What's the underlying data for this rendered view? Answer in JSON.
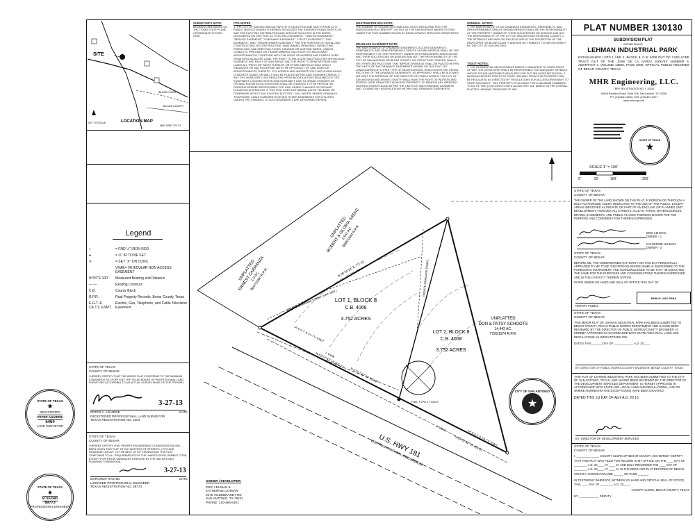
{
  "plat": {
    "number_label": "PLAT NUMBER 130130",
    "subtitle": "SUBDIVISION PLAT",
    "establishing": "ESTABLISHING",
    "name": "LEHMAN INDUSTRIAL PARK",
    "description": "ESTABLISHING LOTS 1 AND 2, BLOCK 8, C.B. 4008 OUT OF 7.504 ACRE TRACT OUT OF THE JOSE DE LA GARZA SURVEY NUMBER 6, ABSTRACT 4, VOLUME 13695, PAGE 2009, OFFICIAL PUBLIC RECORDS OF BEXAR COUNTY, TEXAS."
  },
  "engineer": {
    "name": "MHR Engineering, LLC.",
    "firm_line": "TBPE REGISTRATION NO. F-15326",
    "address": "18845 Bandera Road, Suite 108, San Antonio, TX 78250",
    "phone": "PH: (210)641-8943, FAX: (210)497-2227",
    "web": "www.mhreng.com"
  },
  "scale": {
    "label": "SCALE 1\" = 100'",
    "ticks": [
      "0'",
      "50'",
      "100'",
      "200'"
    ]
  },
  "location_map": {
    "title": "LOCATION MAP",
    "not_to_scale": "NOT TO SCALE",
    "map_grid": "MAP GRID 720 C2",
    "site": "SITE",
    "bexar": "BEXAR COUNTY",
    "wilson": "WILSON COUNTY"
  },
  "notes": {
    "surveyor_title": "SURVEYOR'S NOTE:",
    "surveyor_text": "BEARINGS ARE BASED ON THE TEXAS STATE PLANE COORDINATE SYSTEM GRID.",
    "cps_title": "CPS NOTES:",
    "cps_text": "1. THE CITY OF SAN ANTONIO AS PART OF ITS ELECTRIC AND GAS SYSTEM (CITY PUBLIC SERVICE BOARD) IS HEREBY DEDICATED THE EASEMENTS AND RIGHTS-OF-WAY FOR ELECTRIC DISTRIBUTION AND SERVICE FACILITIES IN THE AREAS DESIGNATED ON THIS PLAT AS \"ELECTRIC EASEMENT,\" \"ANCHOR EASEMENT,\" \"SERVICE EASEMENT,\" \"OVERHANG EASEMENT,\" \"UTILITY EASEMENT,\" \"GAS EASEMENT,\" AND \"TRANSFORMER EASEMENT\" FOR THE PURPOSE OF INSTALLING, CONSTRUCTING, RECONSTRUCTING, MAINTAINING, REMOVING, INSPECTING, PATROLLING, AND ERECTING POLES, HANGING OR BURYING WIRES, CABLES, CONDUITS, PIPELINES OR TRANSFORMERS, EACH WITH ITS NECESSARY APPURTENANCES; TOGETHER WITH THE RIGHT OF INGRESS AND EGRESS OVER GRANTOR'S ADJACENT LAND, THE RIGHT TO RELOCATE SAID FACILITIES WITHIN SAID EASEMENT AND RIGHT-OF-WAY AREAS, AND THE RIGHT TO REMOVE FROM SAID LANDS ALL TREES OR PARTS THEREOF, OR OTHER OBSTRUCTIONS WHICH ENDANGER OR MAY INTERFERE WITH THE EFFICIENCY OF SAID LINES OR APPURTENANCES THERETO. IT IS AGREED AND UNDERSTOOD THAT NO BUILDINGS, CONCRETE SLABS, OR WALLS WILL BE PLACED WITHIN SAID EASEMENT AREAS. 2. ANY CPS MONETARY LOSS RESULTING FROM MODIFICATIONS REQUIRED OF CPS EQUIPMENT, LOCATED WITHIN SAID EASEMENT, DUE TO GRADE CHANGES OR GROUND ELEVATION ALTERATIONS SHALL BE CHARGED TO THE PERSON OR PERSONS DEEMED RESPONSIBLE FOR SAID GRADE CHANGES OR GROUND ELEVATION ALTERATION. 3. THIS PLAT DOES NOT AMEND, ALTER, RELEASE OR OTHERWISE AFFECT ANY EXISTING ELECTRIC, GAS, WATER, SEWER, DRAINAGE, TELEPHONE, CABLE EASEMENTS OR ANY OTHER EASEMENTS FOR UTILITIES UNLESS THE CHANGES TO SUCH EASEMENTS ARE DESCRIBED HEREIN.",
    "wastewater_title": "WASTEWATER EDU NOTE:",
    "wastewater_text": "THE NUMBER OF EQUIVALENT DWELLING UNITS (EDUs) PAID FOR THIS SUBDIVISION PLAT ARE KEPT ON FILE AT THE SAN ANTONIO WATER SYSTEM UNDER THE PLAT NUMBER ISSUED BY DEVELOPMENT SERVICES DEPARTMENT.",
    "drainage_title": "DRAINAGE EASEMENT NOTE:",
    "drainage_text": "THE MAINTENANCE OF DRAINAGE EASEMENTS, ACCESS EASEMENTS, GREENBELTS, AND OPEN PERMEABLE SPACES SHOWN HEREON SHALL BE THE RESPONSIBILITY OF THE PROPERTY OWNER OR HOMEOWNERS ASSOCIATION AND THEIR SUCCESSORS OR ASSIGNS AND NOT THE RESPONSIBILITY OF THE CITY OF SAN ANTONIO OR BEXAR COUNTY. NO STRUCTURE, FENCES, WALLS, OR OTHER OBSTRUCTIONS THAT IMPEDE DRAINAGE SHALL BE PLACED WITHIN THE LIMITS OF THE DRAINAGE EASEMENTS SHOWN ON THIS PLAT. NO LANDSCAPING OR OTHER TYPE OF MODIFICATIONS, WHICH ALTER THE CROSS-SECTIONS OF THE DRAINAGE EASEMENTS, AS APPROVED, SHALL BE ALLOWED WITHOUT THE APPROVAL OF THE DIRECTOR OF PUBLIC WORKS. THE CITY OF SAN ANTONIO AND BEXAR COUNTY SHALL HAVE THE RIGHT OF INGRESS AND EGRESS OVER GRANTOR'S ADJACENT PROPERTY TO REMOVE ANY IMPEDING OBSTRUCTIONS PLACED WITHIN THE LIMITS OF SAID DRAINAGE EASEMENT AND TO MAKE ANY MODIFICATIONS WITHIN SAID DRAINAGE EASEMENTS.",
    "general_title": "GENERAL NOTES:",
    "general_text": "1. THE MAINTENANCE OF ALL DRAINAGE EASEMENTS, GREENBELTS, AND OPEN PERMEABLE SPACES SHOWN HEREON SHALL BE THE RESPONSIBILITY OF THE PROPERTY OWNER OR THEIR SUCCESSORS OR ASSIGNS AND NOT THE RESPONSIBILITY OF THE CITY OF SAN ANTONIO OR BEXAR COUNTY. 2. THE SETBACKS IMPOSED ON THIS PLAT ARE AT THE DISCRETION OF THE DEVELOPER OR BEXAR COUNTY AND ARE NOT SUBJECT TO ENFORCEMENT BY THE CITY OF SAN ANTONIO.",
    "txdot_title": "TXDOT NOTES:",
    "txdot_text": "1. FOR RESIDENTIAL DEVELOPMENT DIRECTLY ADJACENT TO STATE RIGHT OF WAY, THE DEVELOPER SHALL BE RESPONSIBLE FOR ADEQUATE SETBACK AND/OR SOUND ABATEMENT MEASURES FOR FUTURE NOISE MITIGATION. 2. MAXIMUM ACCESS POINTS TO STATE HIGHWAY FROM THIS PROPERTY WILL BE REGULATED AS DIRECTED BY \"REGULATIONS FOR ACCESS DRIVEWAYS TO STATE HIGHWAYS\". THIS PROPERTY IS ELIGIBLE FOR A MAXIMUM COMBINED TOTAL OF TWO (2) ACCESS POINTS ALONG HWY 181, BASED ON THE OVERALL PLATTED HIGHWAY FRONTAGE OF 980'."
  },
  "legend": {
    "title": "Legend",
    "items": [
      {
        "key": "○",
        "text": "= FND ½\" IRON ROD"
      },
      {
        "key": "●",
        "text": "= ½\" IR TO BE SET"
      },
      {
        "key": "✕",
        "text": "= SET \"X\" ON CONC."
      },
      {
        "key": "",
        "text": "VNAE= VEHICULAR NON ACCESS EASEMENT"
      },
      {
        "key": "N°0'0\"E  100'",
        "text": "Measured Bearing and Distance"
      },
      {
        "key": "— —",
        "text": "Existing Contours"
      },
      {
        "key": "C.B.",
        "text": "County Block"
      },
      {
        "key": "R.P.R.",
        "text": "Real Property Records, Bexar County, Texas"
      },
      {
        "key": "E.G.T. & CA.T.V. ESMT.",
        "text": "Electric, Gas, Telephone, and Cable Television Easement"
      }
    ]
  },
  "surveyor_cert": {
    "state": "STATE OF TEXAS",
    "county": "COUNTY OF BEXAR",
    "text": "I HEREBY CERTIFY THAT THE ABOVE PLAT CONFORMS TO THE MINIMUM STANDARDS SET FORTH BY THE TEXAS BOARD OF PROFESSIONAL LAND SURVEYING ACCORDING TO AN ACTUAL SURVEY MADE ON THE GROUND.",
    "date": "3-27-13",
    "name": "PETER A. AGUIRRE",
    "title": "REGISTERED PROFESSIONAL LAND SURVEYOR",
    "reg": "TEXAS REGISTRATION NO. 5464",
    "date_label": "DATE"
  },
  "engineer_cert": {
    "state": "STATE OF TEXAS",
    "county": "COUNTY OF BEXAR",
    "text": "I HEREBY CERTIFY THAT PROPER ENGINEERING CONSIDERATION HAS BEEN GIVEN THIS PLAT TO THE MATTERS OF STREETS, LOTS AND DRAINAGE LAYOUT. TO THE BEST OF MY KNOWLEDGE THIS PLAT CONFORMS TO ALL REQUIREMENTS OF THE UNIFIED DEVELOPMENT CODE, EXCEPT FOR THOSE VARIANCES GRANTED BY THE SAN ANTONIO PLANNING COMMISSION.",
    "date": "3-27-13",
    "name": "MARUNOR RASHID",
    "title": "LICENSED PROFESSIONAL ENGINEER",
    "reg": "TEXAS REGISTRATION NO. 89773",
    "date_label": "DATE"
  },
  "seals": {
    "surveyor": {
      "top": "STATE OF TEXAS",
      "mid": "REGISTERED",
      "name": "PETER AGUIRRE",
      "num": "5464",
      "bottom": "LAND SURVEYOR"
    },
    "engineer": {
      "top": "STATE OF TEXAS",
      "name": "M. RASHID",
      "num": "89773",
      "bottom": "PROFESSIONAL ENGINEER"
    },
    "city": {
      "top": "CITY OF SAN ANTONIO"
    },
    "tbpe": {
      "text": "STATE OF TEXAS"
    }
  },
  "owner": {
    "title": "OWNER / DEVELOPER:",
    "lines": [
      "ERIC LEHMAN &",
      "KATHERINE LEHMAN",
      "9375 HILDEBRANDT RD",
      "SAN ANTONIO, TX 78222",
      "PHONE: 210-464-8101"
    ]
  },
  "plan": {
    "unplatted_1": "UNPLATTED",
    "unplatted_1_owner": "ERNEST CARRANZA",
    "unplatted_1_acres": "1.0 AC.",
    "unplatted_1_rec": "9647/1960 R.P.R.",
    "unplatted_2": "UNPLATTED",
    "unplatted_2_owner": "ROBERT & GLORIA SAENZ",
    "unplatted_2_acres": "1.941 AC.",
    "unplatted_2_rec": "3895/1684 R.P.R.",
    "unplatted_3": "UNPLATTED",
    "unplatted_3_owner": "DON & PATSY SCHOOTS",
    "unplatted_3_acres": "14.442 AC.",
    "unplatted_3_rec": "7720/1574 R.P.R.",
    "lot1": "LOT 1, BLOCK 8",
    "lot1_cb": "C.B. 4008",
    "lot1_acres": "3.752 ACRES",
    "lot2": "LOT 2, BLOCK 8",
    "lot2_cb": "C.B. 4008",
    "lot2_acres": "3.752 ACRES",
    "highway": "U.S. HWY 181",
    "highway_row": "(235' RIGHT-OF-WAY, RECORDED)",
    "bearing_north": "N 58°55'18\" E  777.01'",
    "bearing_south": "N 63°07'42\" W  905.11'",
    "bearing_lot": "N 63°07'42\" W  463.47'",
    "bearing_lot2": "N 63°07'42\" W  486.61'",
    "esmt_1": "14' E.G.T. & CA.T.V. ESMT",
    "esmt_2": "14' E.G.T. & CA.T.V. ESMT",
    "drainage_1": "PRIVATE DRAINAGE ESMNT. (VAR. WID.)",
    "drainage_2": "PRIVATE DRAINAGE ESMNT.",
    "vnae_1": "1' VNAE",
    "vnae_2": "1' VNAE",
    "fnd": "FND. TYPE-1 TXDOT"
  },
  "dedication": {
    "state": "STATE OF TEXAS",
    "county": "COUNTY OF BEXAR",
    "text": "THE OWNER OF THE LAND SHOWN ON THIS PLAT, IN PERSON OR THROUGH A DULY AUTHORIZED AGENT, DEDICATES TO THE USE OF THE PUBLIC, EXCEPT AREAS IDENTIFIED AS PRIVATE OR PART OF AN ENCLAVE OR PLANNED UNIT DEVELOPMENT, FOREVER ALL STREETS, ALLEYS, PARKS, WATERCOURSES, DRAINS, EASEMENTS, AND PUBLIC PLACES THEREON SHOWN FOR THE PURPOSE AND CONSIDERATION THEREIN EXPRESSED.",
    "owner1": "ERIC LEHMAN",
    "owner1_role": "OWNER - 1",
    "owner2": "KATHERINE LEHMAN",
    "owner2_role": "OWNER - 2",
    "notary_state": "STATE OF TEXAS",
    "notary_county": "COUNTY OF BEXAR",
    "notary_text": "BEFORE ME, THE UNDERSIGNED AUTHORITY ON THIS DAY PERSONALLY APPEARED TO ME TO BE THE PERSON WHOSE NAME IS SUBSCRIBED TO THE FOREGOING INSTRUMENT, AND ACKNOWLEDGED TO ME THAT HE EXECUTED THE SAME FOR THE PURPOSES AND CONSIDERATIONS THEREIN EXPRESSED AND IN THE CAPACITY THEREIN STATED.",
    "notary_given": "GIVEN UNDER MY HAND AND SEAL OF OFFICE THIS DAY OF",
    "notary_public": "NOTARY PUBLIC",
    "notary_stamp": "EMILIO LUIS PENA"
  },
  "approval_county": {
    "state": "STATE OF TEXAS",
    "county": "COUNTY OF BEXAR",
    "text": "THIS MINOR PLAT OF LEHMAN INDUSTRIAL PARK HAS BEEN SUBMITTED TO BEXAR COUNTY, TEXAS PUBLIC WORKS DEPARTMENT AND HAVING BEEN REVIEWED BY THE DIRECTOR OF PUBLIC WORKS/COUNTY ENGINEER, IS HEREBY APPROVED IN ACCORDANCE WITH STATE AND LOCAL LAWS AND REGULATIONS AS INDICATED BELOW.",
    "dated": "DATED THIS ______ DAY OF ____________ A.D. 20____",
    "by": "BY: DIRECTOR OF PUBLIC WORKS/COUNTY ENGINEER, BEXAR COUNTY, TEXAS"
  },
  "approval_city": {
    "text": "THIS PLAT OF LEHMAN INDUSTRIAL PARK HAS BEEN SUBMITTED TO THE CITY OF SAN ANTONIO, TEXAS, AND HAVING BEEN REVIEWED BY THE DIRECTOR OF THE DEVELOPMENT SERVICES DEPARTMENT, IS HEREBY APPROVED IN ACCORDANCE WITH STATE AND LOCAL LAWS AND REGULATIONS, AND OR WHERE ADMINISTRATIVE EXCEPTION(S) HAVE BEEN GRANTED.",
    "dated": "DATED THIS 1st DAY OF April A.D. 20 13",
    "by": "BY: DIRECTOR OF DEVELOPMENT SERVICES"
  },
  "clerk": {
    "state": "STATE OF TEXAS",
    "county": "COUNTY OF BEXAR",
    "text": "I, ______________ COUNTY CLERK OF BEXAR COUNTY, DO HEREBY CERTIFY THAT THIS PLAT WAS FILED FOR RECORD IN MY OFFICE, ON THE ____ DAY OF ________ A.D. 20____ AT ____ M. AND DULY RECORDED THE ____ DAY OF ________ A.D. 20____ AT ____ M. IN THE DEED AND PLAT RECORDS OF BEXAR COUNTY, IN BOOK/VOLUME ______ ON PAGE ______.",
    "witness": "IN TESTIMONY WHEREOF, WITNESS MY HAND AND OFFICIAL SEAL OF OFFICE, THIS ____ DAY OF ________ A.D. 20____",
    "clerk_line": "COUNTY CLERK, BEXAR COUNTY, TEXAS",
    "deputy": "BY: ____________ DEPUTY"
  },
  "colors": {
    "ink": "#111111",
    "paper": "#ffffff",
    "gray": "#555555"
  }
}
